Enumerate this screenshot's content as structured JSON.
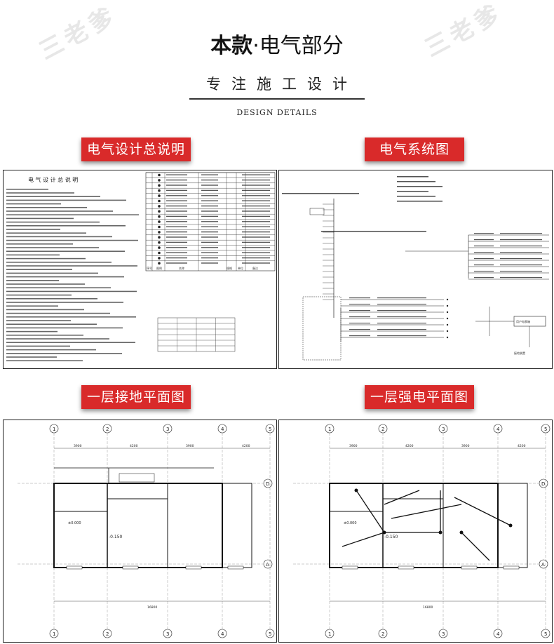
{
  "watermark": "三老爹",
  "header": {
    "title_bold": "本款",
    "title_rest": "·电气部分",
    "subtitle": "专注施工设计",
    "subtitle_en": "DESIGN DETAILS"
  },
  "sections": [
    {
      "label": "电气设计总说明"
    },
    {
      "label": "电气系统图"
    },
    {
      "label": "一层接地平面图"
    },
    {
      "label": "一层强电平面图"
    }
  ],
  "doc_panel": {
    "heading": "电 气 设 计 总 说 明",
    "table_header": [
      "序号",
      "图例",
      "名称",
      "规格",
      "单位",
      "备注"
    ]
  },
  "system_panel": {
    "box_label": "用户电表箱",
    "box_label2": "接地装置"
  },
  "plan_panels": {
    "axis_top": [
      "1",
      "2",
      "3",
      "4",
      "5"
    ],
    "axis_side": [
      "D",
      "A"
    ],
    "dims_top": [
      "3900",
      "4200",
      "3900",
      "4200"
    ],
    "dim_total": "16800",
    "level": "-0.150",
    "level2": "±0.000"
  }
}
